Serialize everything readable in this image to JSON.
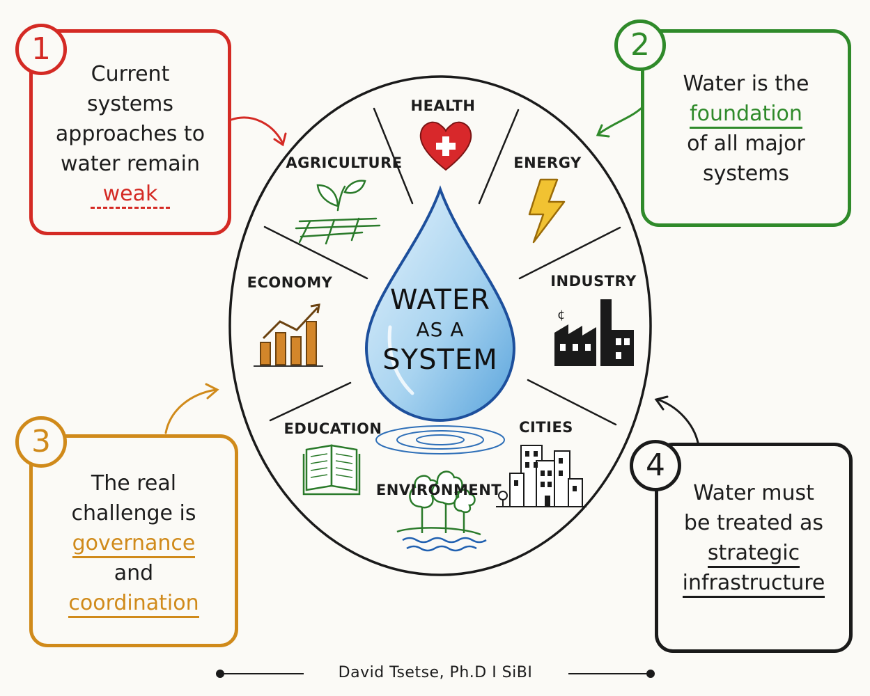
{
  "center": {
    "line1": "WATER",
    "line2": "AS A",
    "line3": "SYSTEM"
  },
  "sectors": {
    "health": "HEALTH",
    "energy": "ENERGY",
    "industry": "INDUSTRY",
    "cities": "CITIES",
    "environment": "ENVIRONMENT",
    "education": "EDUCATION",
    "economy": "ECONOMY",
    "agriculture": "AGRICULTURE"
  },
  "callouts": [
    {
      "number": "1",
      "color": "#d42a24",
      "lines": [
        "Current",
        "systems",
        "approaches to",
        "water remain"
      ],
      "highlight": "weak"
    },
    {
      "number": "2",
      "color": "#2f8a2a",
      "lines": [
        "Water is the"
      ],
      "highlight": "foundation",
      "after": [
        "of all major",
        "systems"
      ]
    },
    {
      "number": "3",
      "color": "#d08a1a",
      "lines": [
        "The real",
        "challenge is"
      ],
      "highlight": "governance",
      "middle": "and",
      "highlight2": "coordination"
    },
    {
      "number": "4",
      "color": "#1a1a1a",
      "lines": [
        "Water must",
        "be treated as"
      ],
      "highlight": "strategic",
      "highlight2": "infrastructure"
    }
  ],
  "icons": {
    "health": "heart-cross-icon",
    "energy": "lightning-icon",
    "industry": "factory-icon",
    "cities": "buildings-icon",
    "environment": "trees-icon",
    "education": "open-book-icon",
    "economy": "bar-chart-icon",
    "agriculture": "sprout-icon",
    "center": "water-drop-icon"
  },
  "footer": {
    "credit": "David Tsetse, Ph.D I SiBI"
  }
}
